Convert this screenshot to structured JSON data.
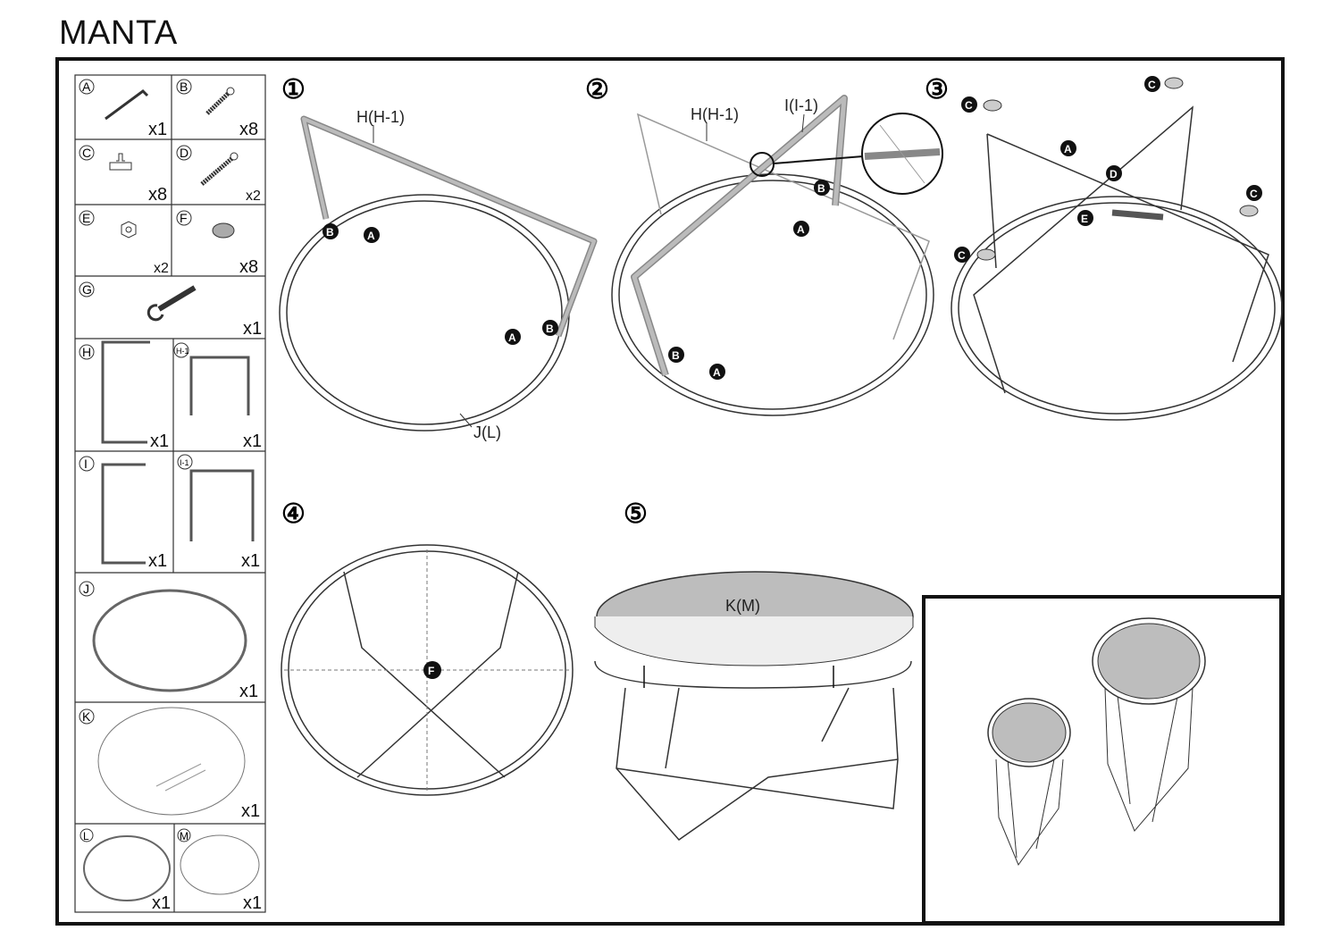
{
  "title": "MANTA",
  "parts": [
    {
      "letter": "A",
      "qty": "x1"
    },
    {
      "letter": "B",
      "qty": "x8"
    },
    {
      "letter": "C",
      "qty": "x8"
    },
    {
      "letter": "D",
      "qty": "x2"
    },
    {
      "letter": "E",
      "qty": "x2"
    },
    {
      "letter": "F",
      "qty": "x8"
    },
    {
      "letter": "G",
      "qty": "x1"
    },
    {
      "letter": "H",
      "qty": "x1"
    },
    {
      "letter": "H-1",
      "qty": "x1"
    },
    {
      "letter": "I",
      "qty": "x1"
    },
    {
      "letter": "I-1",
      "qty": "x1"
    },
    {
      "letter": "J",
      "qty": "x1"
    },
    {
      "letter": "K",
      "qty": "x1"
    },
    {
      "letter": "L",
      "qty": "x1"
    },
    {
      "letter": "M",
      "qty": "x1"
    }
  ],
  "steps": [
    {
      "number": "①",
      "labels": [
        "H(H-1)",
        "J(L)"
      ]
    },
    {
      "number": "②",
      "labels": [
        "H(H-1)",
        "I(I-1)"
      ]
    },
    {
      "number": "③",
      "labels": []
    },
    {
      "number": "④",
      "labels": []
    },
    {
      "number": "⑤",
      "labels": [
        "K(M)"
      ]
    }
  ],
  "callouts": {
    "A": "A",
    "B": "B",
    "C": "C",
    "D": "D",
    "E": "E",
    "F": "F"
  },
  "colors": {
    "line": "#111111",
    "fill_gray": "#bdbdbd",
    "frame_gray": "#c8c8c8"
  }
}
